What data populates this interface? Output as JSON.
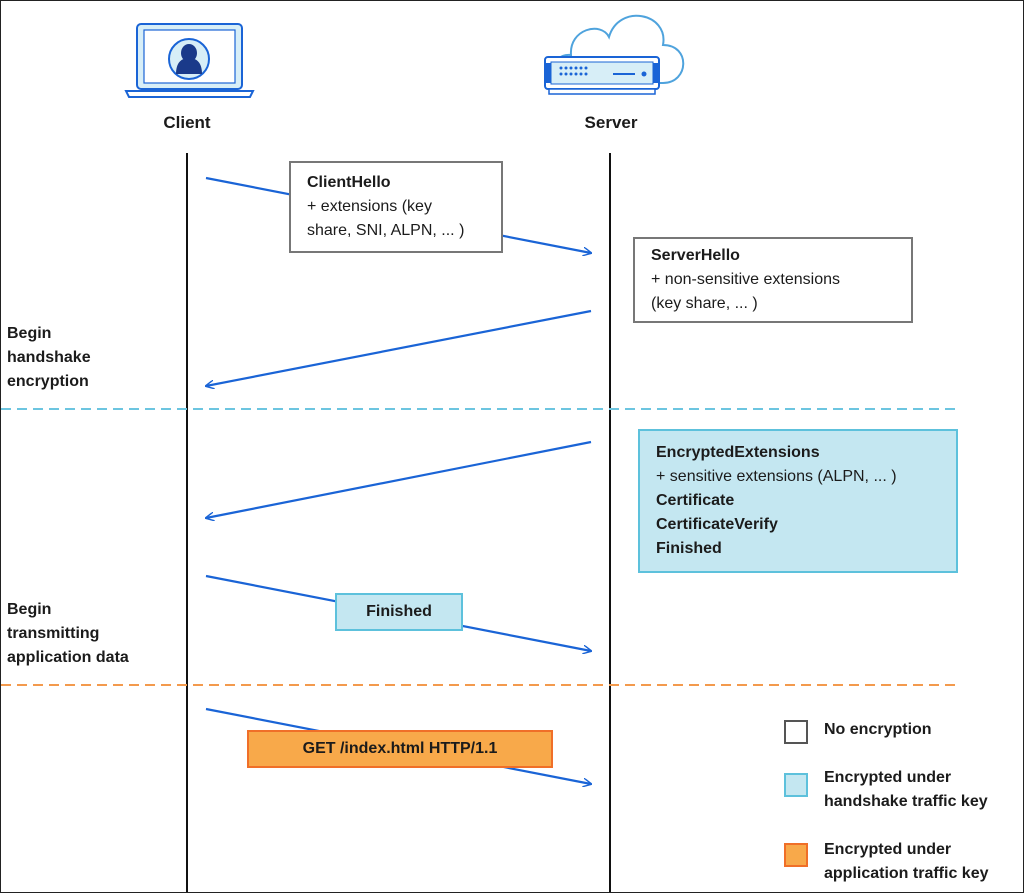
{
  "actors": {
    "client": {
      "label": "Client",
      "icon": "laptop-user-icon"
    },
    "server": {
      "label": "Server",
      "icon": "cloud-server-icon"
    }
  },
  "phases": {
    "handshake": {
      "label": "Begin\nhandshake\nencryption",
      "line_color": "#6cc5e0"
    },
    "application": {
      "label": "Begin\ntransmitting\napplication data",
      "line_color": "#f39a4d"
    }
  },
  "messages": {
    "client_hello": {
      "title": "ClientHello",
      "lines": [
        "+ extensions (key",
        "share, SNI, ALPN, ... )"
      ]
    },
    "server_hello": {
      "title": "ServerHello",
      "lines": [
        "+ non-sensitive extensions",
        "(key share, ... )"
      ]
    },
    "encrypted_extensions": {
      "title": "EncryptedExtensions",
      "detail": "+ sensitive extensions (ALPN, ... )",
      "certificate": "Certificate",
      "certificate_verify": "CertificateVerify",
      "finished": "Finished"
    },
    "client_finished": {
      "label": "Finished"
    },
    "http_request": {
      "label": "GET /index.html HTTP/1.1"
    }
  },
  "legend": {
    "none": "No encryption",
    "handshake": "Encrypted under\nhandshake traffic key",
    "application": "Encrypted under\napplication traffic key"
  },
  "colors": {
    "arrow": "#1a64d6",
    "handshake_fill": "#c4e7f1",
    "handshake_border": "#5dc1dc",
    "application_fill": "#f8a94a",
    "application_border": "#f06f28",
    "plain_border": "#777777"
  }
}
